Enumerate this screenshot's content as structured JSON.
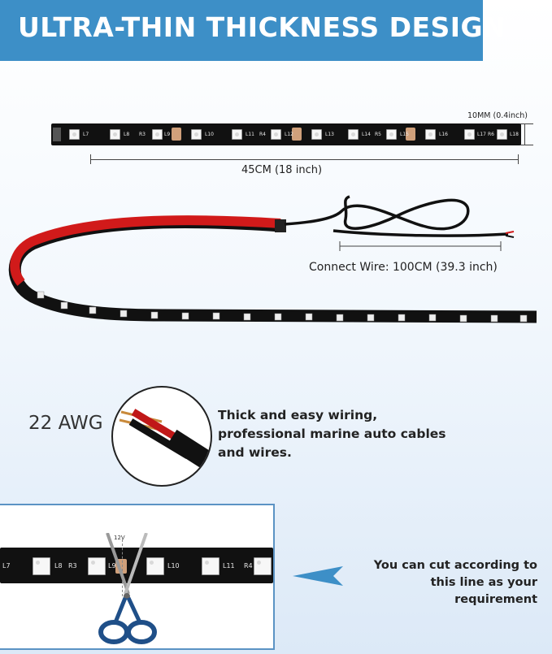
{
  "banner": {
    "title": "ULTRA-THIN THICKNESS DESIGN"
  },
  "dimensions": {
    "width_label": "10MM (0.4inch)",
    "length_label": "45CM (18 inch)",
    "wire_label": "Connect Wire: 100CM (39.3 inch)"
  },
  "strip_labels": [
    "L7",
    "L8",
    "R3",
    "L9",
    "L10",
    "L11",
    "R4",
    "L12",
    "L13",
    "L14",
    "R5",
    "L15",
    "L16",
    "L17",
    "R6",
    "L18"
  ],
  "wire": {
    "gauge": "22 AWG",
    "description": "Thick and easy wiring, professional marine auto cables and wires."
  },
  "cut": {
    "instruction": "You can cut according to this line as your requirement",
    "strip_labels": [
      "L7",
      "L8",
      "R3",
      "L9",
      "L10",
      "L11",
      "R4"
    ],
    "voltage_mark": "12V"
  },
  "colors": {
    "banner": "#3d8fc7",
    "accent_arrow": "#3d8fc7",
    "strip": "#111111",
    "red_backing": "#d11a1a"
  }
}
